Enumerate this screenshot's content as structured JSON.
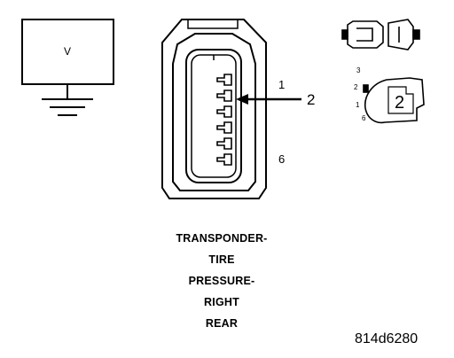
{
  "ground_box": {
    "label": "V"
  },
  "connector": {
    "pin_first_label": "1",
    "pin_last_label": "6",
    "callout_label": "2"
  },
  "side_view": {
    "pin_labels": [
      "3",
      "2",
      "1",
      "6"
    ],
    "cavity_label": "2"
  },
  "caption": {
    "lines": [
      "TRANSPONDER-",
      "TIRE",
      "PRESSURE-",
      "RIGHT",
      "REAR"
    ]
  },
  "figure_ref": "814d6280"
}
